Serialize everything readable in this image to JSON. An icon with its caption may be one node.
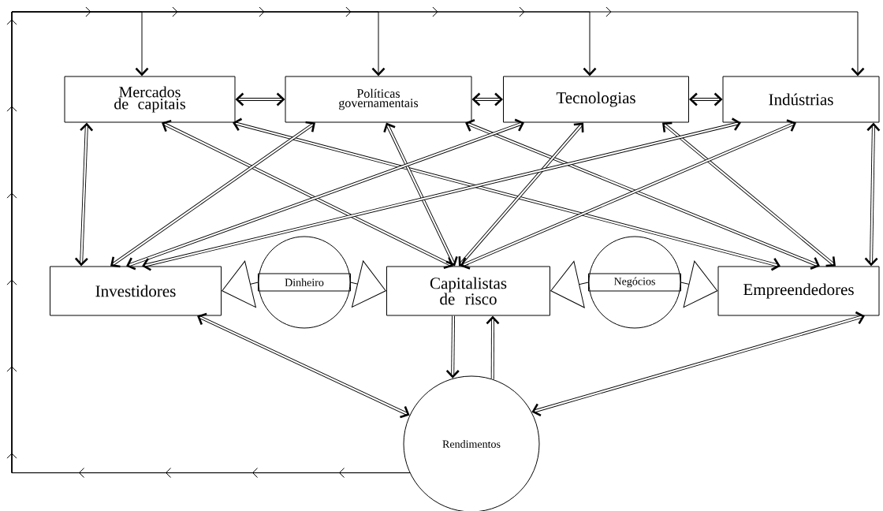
{
  "diagram": {
    "nodes": [
      {
        "text": [
          "Mercados de capitais"
        ]
      },
      {
        "text": [
          "Políticas governamentais"
        ]
      },
      {
        "text": [
          "Tecnologias"
        ]
      },
      {
        "text": [
          "Indústrias"
        ]
      },
      {
        "text": [
          "Investidores"
        ]
      },
      {
        "text": [
          "Dinheiro"
        ]
      },
      {
        "text": [
          "Capitalistas de risco"
        ]
      },
      {
        "text": [
          "Negócios"
        ]
      },
      {
        "text": [
          "Empreendedores"
        ]
      },
      {
        "text": [
          "Rendimentos"
        ]
      }
    ],
    "edges": [
      {
        "from": 0,
        "to": 1,
        "arrow": "both"
      },
      {
        "from": 1,
        "to": 2,
        "arrow": "both"
      },
      {
        "from": 2,
        "to": 3,
        "arrow": "both"
      },
      {
        "from": 0,
        "to": 4,
        "arrow": "both"
      },
      {
        "from": 3,
        "to": 8,
        "arrow": "both"
      },
      {
        "from": 0,
        "to": 6,
        "arrow": "both"
      },
      {
        "from": 0,
        "to": 8,
        "arrow": "both"
      },
      {
        "from": 1,
        "to": 4,
        "arrow": "both"
      },
      {
        "from": 1,
        "to": 6,
        "arrow": "both"
      },
      {
        "from": 1,
        "to": 8,
        "arrow": "both"
      },
      {
        "from": 2,
        "to": 4,
        "arrow": "both"
      },
      {
        "from": 2,
        "to": 6,
        "arrow": "both"
      },
      {
        "from": 2,
        "to": 8,
        "arrow": "both"
      },
      {
        "from": 3,
        "to": 4,
        "arrow": "both"
      },
      {
        "from": 3,
        "to": 6,
        "arrow": "both"
      },
      {
        "from": 5,
        "to": 4,
        "arrow": "to"
      },
      {
        "from": 5,
        "to": 6,
        "arrow": "to"
      },
      {
        "from": 7,
        "to": 6,
        "arrow": "to"
      },
      {
        "from": 7,
        "to": 8,
        "arrow": "to"
      },
      {
        "from": 6,
        "to": 9,
        "arrow": "to"
      },
      {
        "from": 9,
        "to": 6,
        "arrow": "to"
      },
      {
        "from": 4,
        "to": 9,
        "arrow": "both"
      },
      {
        "from": 8,
        "to": 9,
        "arrow": "both"
      },
      {
        "from": 9,
        "to": 0,
        "arrow": "to"
      },
      {
        "from": 9,
        "to": 1,
        "arrow": "to"
      },
      {
        "from": 9,
        "to": 2,
        "arrow": "to"
      },
      {
        "from": 9,
        "to": 3,
        "arrow": "to"
      }
    ]
  }
}
